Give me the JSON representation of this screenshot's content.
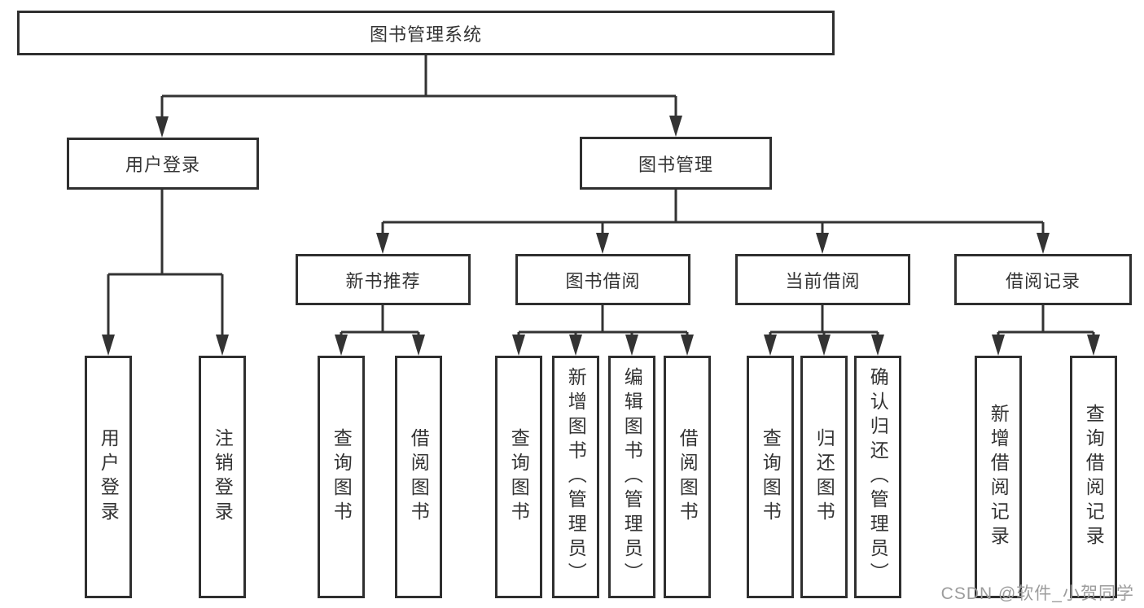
{
  "diagram": {
    "type": "tree-hierarchy",
    "line_color": "#333333",
    "box_border_color": "#2f2f2f",
    "text_color": "#333333",
    "background": "#ffffff"
  },
  "nodes": {
    "root": {
      "label": "图书管理系统"
    },
    "user_login": {
      "label": "用户登录"
    },
    "book_mgmt": {
      "label": "图书管理"
    },
    "new_book_rec": {
      "label": "新书推荐"
    },
    "book_borrow": {
      "label": "图书借阅"
    },
    "current_borrow": {
      "label": "当前借阅"
    },
    "borrow_records": {
      "label": "借阅记录"
    },
    "leaf_user_login": {
      "label": "用户登录"
    },
    "leaf_logout": {
      "label": "注销登录"
    },
    "leaf_query_books_rec": {
      "label": "查询图书"
    },
    "leaf_borrow_books_rec": {
      "label": "借阅图书"
    },
    "leaf_query_books_bor": {
      "label": "查询图书"
    },
    "leaf_add_books_admin": {
      "label": "新增图书（管理员）"
    },
    "leaf_edit_books_admin": {
      "label": "编辑图书（管理员）"
    },
    "leaf_borrow_books_bor": {
      "label": "借阅图书"
    },
    "leaf_query_books_cur": {
      "label": "查询图书"
    },
    "leaf_return_books": {
      "label": "归还图书"
    },
    "leaf_confirm_return_admin": {
      "label": "确认归还（管理员）"
    },
    "leaf_add_borrow_record": {
      "label": "新增借阅记录"
    },
    "leaf_query_borrow_record": {
      "label": "查询借阅记录"
    }
  },
  "edges": [
    "root>user_login",
    "root>book_mgmt",
    "user_login>leaf_user_login",
    "user_login>leaf_logout",
    "book_mgmt>new_book_rec",
    "book_mgmt>book_borrow",
    "book_mgmt>current_borrow",
    "book_mgmt>borrow_records",
    "new_book_rec>leaf_query_books_rec",
    "new_book_rec>leaf_borrow_books_rec",
    "book_borrow>leaf_query_books_bor",
    "book_borrow>leaf_add_books_admin",
    "book_borrow>leaf_edit_books_admin",
    "book_borrow>leaf_borrow_books_bor",
    "current_borrow>leaf_query_books_cur",
    "current_borrow>leaf_return_books",
    "current_borrow>leaf_confirm_return_admin",
    "borrow_records>leaf_add_borrow_record",
    "borrow_records>leaf_query_borrow_record"
  ],
  "watermark": {
    "text": "CSDN @软件_小贺同学",
    "color": "#9c9c9c"
  }
}
